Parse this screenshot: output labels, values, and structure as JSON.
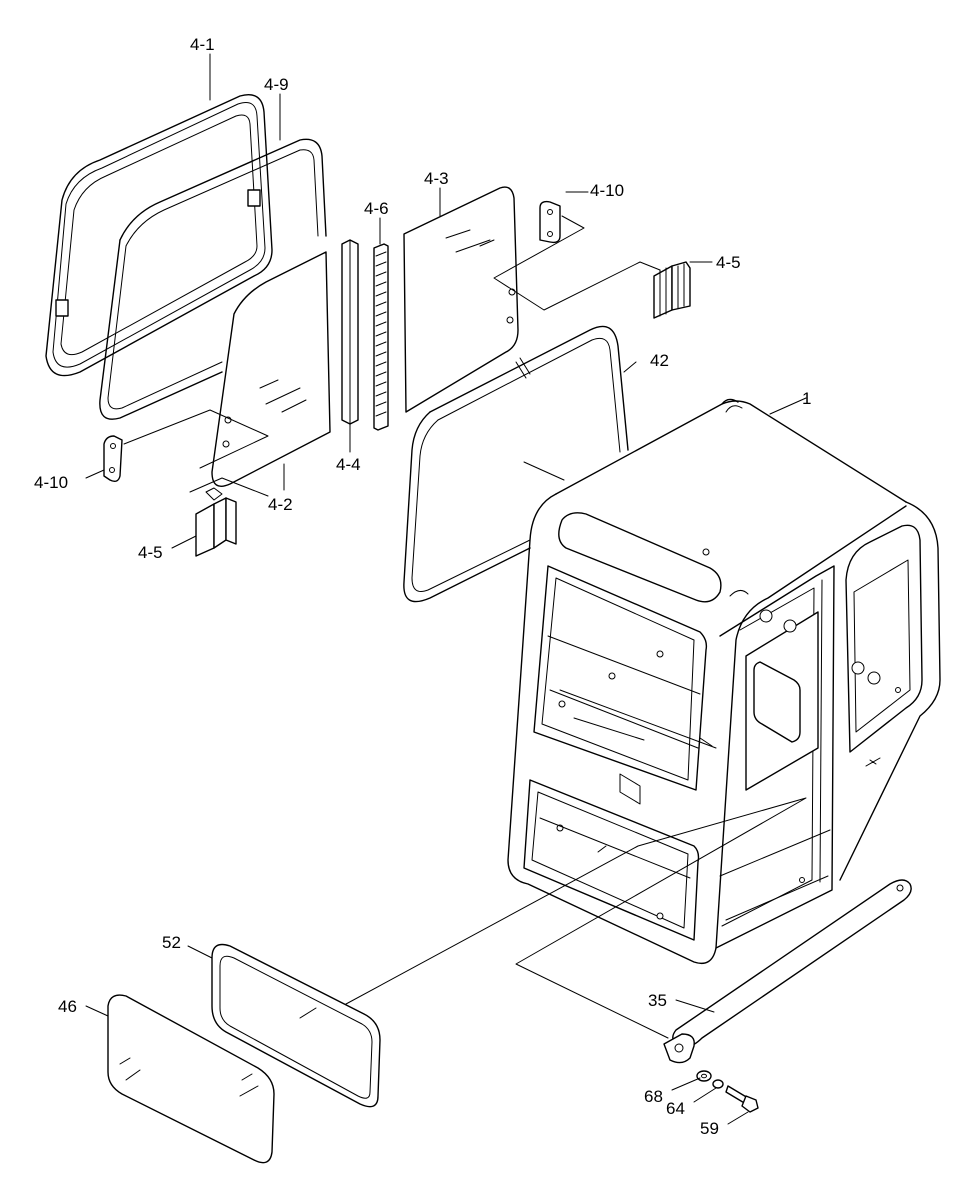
{
  "diagram": {
    "labels": {
      "p4_1": "4-1",
      "p4_9": "4-9",
      "p4_3": "4-3",
      "p4_10_top": "4-10",
      "p4_6": "4-6",
      "p4_5_top": "4-5",
      "p42": "42",
      "p1": "1",
      "p4_10_left": "4-10",
      "p4_4": "4-4",
      "p4_2": "4-2",
      "p4_5_left": "4-5",
      "p52": "52",
      "p46": "46",
      "p35": "35",
      "p68": "68",
      "p64": "64",
      "p59": "59"
    }
  }
}
